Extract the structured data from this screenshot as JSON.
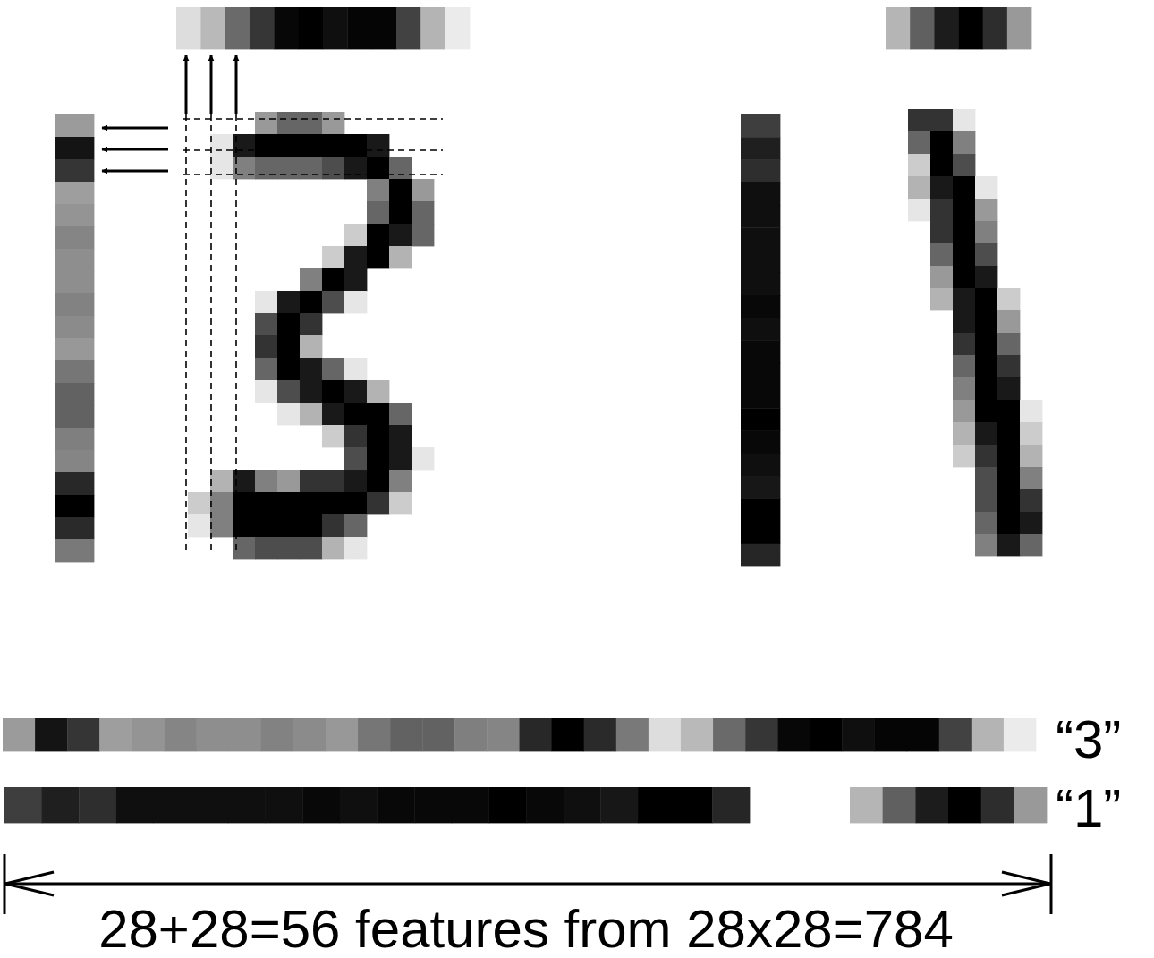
{
  "diagram": {
    "labels": [
      "“3”",
      "“1”",
      "28+28=56 features from 28x28=784"
    ]
  }
}
